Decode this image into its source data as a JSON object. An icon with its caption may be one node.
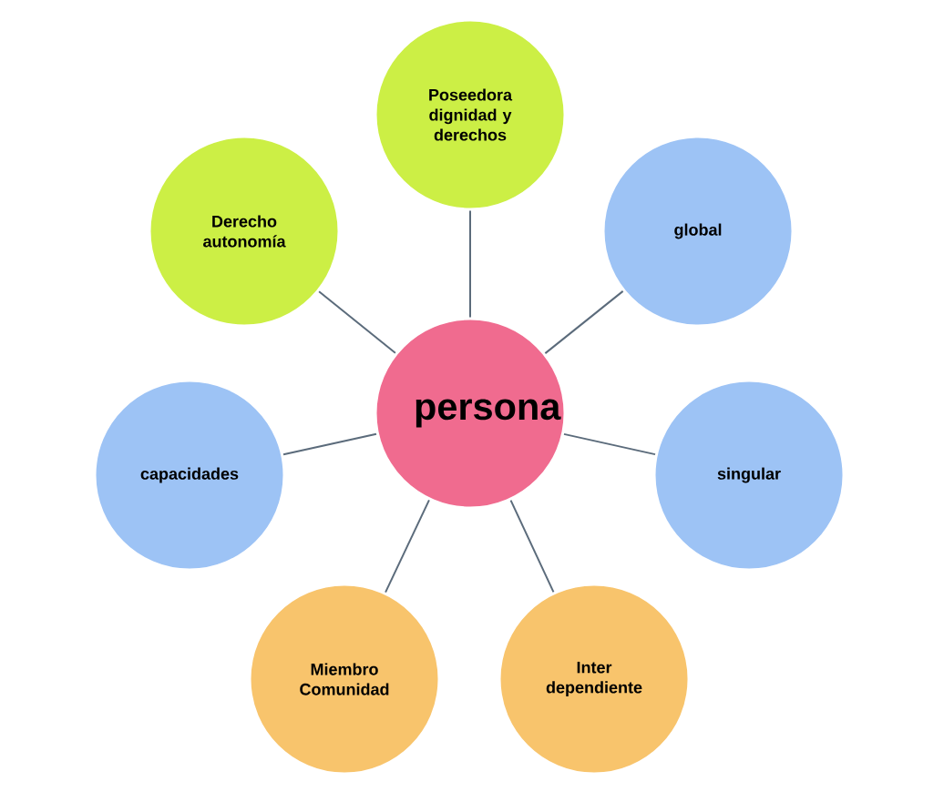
{
  "diagram": {
    "nodes": [
      {
        "text": [
          "persona"
        ]
      },
      {
        "text": [
          "Poseedora dignidad y derechos"
        ]
      },
      {
        "text": [
          "global"
        ]
      },
      {
        "text": [
          "singular"
        ]
      },
      {
        "text": [
          "Inter dependiente"
        ]
      },
      {
        "text": [
          "Miembro Comunidad"
        ]
      },
      {
        "text": [
          "capacidades"
        ]
      },
      {
        "text": [
          "Derecho autonomía"
        ]
      }
    ],
    "edges": [
      {
        "from": 0,
        "to": 1,
        "arrow": "none"
      },
      {
        "from": 0,
        "to": 2,
        "arrow": "none"
      },
      {
        "from": 0,
        "to": 3,
        "arrow": "none"
      },
      {
        "from": 0,
        "to": 4,
        "arrow": "none"
      },
      {
        "from": 0,
        "to": 5,
        "arrow": "none"
      },
      {
        "from": 0,
        "to": 6,
        "arrow": "none"
      },
      {
        "from": 0,
        "to": 7,
        "arrow": "none"
      }
    ]
  }
}
